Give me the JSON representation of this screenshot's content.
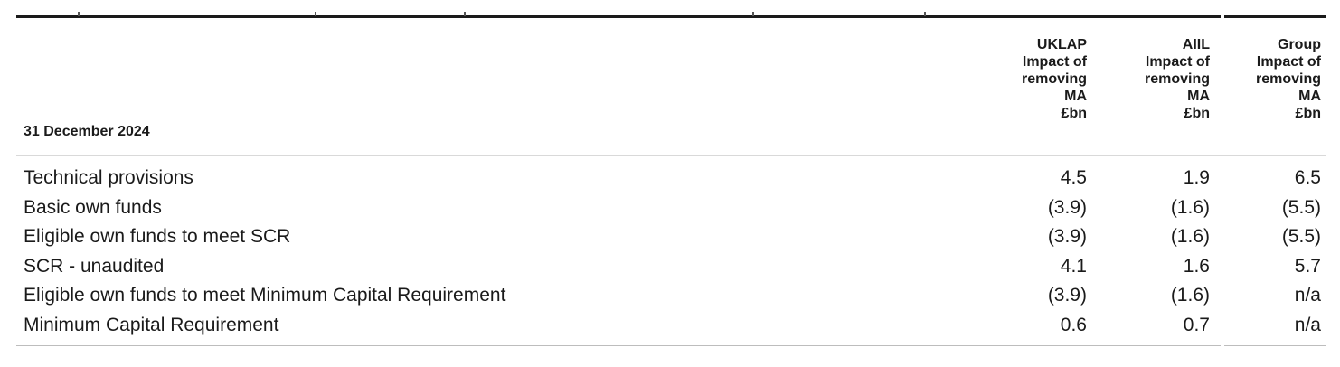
{
  "table": {
    "period_label": "31 December 2024",
    "columns": [
      {
        "header": "UKLAP\nImpact of\nremoving\nMA\n£bn"
      },
      {
        "header": "AIIL\nImpact of\nremoving\nMA\n£bn"
      },
      {
        "header": "Group\nImpact of\nremoving\nMA\n£bn"
      }
    ],
    "rows": [
      {
        "label": "Technical provisions",
        "values": [
          "4.5",
          "1.9",
          "6.5"
        ]
      },
      {
        "label": "Basic own funds",
        "values": [
          "(3.9)",
          "(1.6)",
          "(5.5)"
        ]
      },
      {
        "label": "Eligible own funds to meet SCR",
        "values": [
          "(3.9)",
          "(1.6)",
          "(5.5)"
        ]
      },
      {
        "label": "SCR - unaudited",
        "values": [
          "4.1",
          "1.6",
          "5.7"
        ]
      },
      {
        "label": "Eligible own funds to meet Minimum Capital Requirement",
        "values": [
          "(3.9)",
          "(1.6)",
          "n/a"
        ]
      },
      {
        "label": "Minimum Capital Requirement",
        "values": [
          "0.6",
          "0.7",
          "n/a"
        ]
      }
    ]
  }
}
